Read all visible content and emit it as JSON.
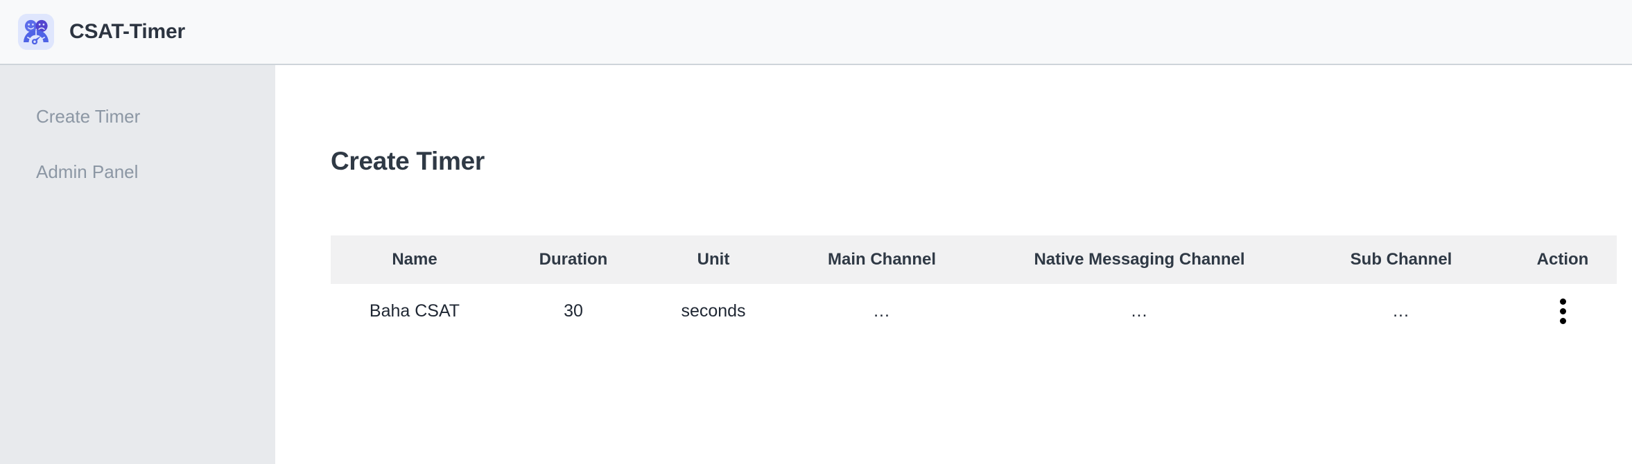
{
  "topbar": {
    "logo_icon": "csat-faces-gauge-icon",
    "logo_bg": "#dfe6fd",
    "face_happy_color": "#5c6cea",
    "face_sad_color": "#5344cf",
    "gauge_color": "#4f63e6",
    "title": "CSAT-Timer"
  },
  "sidebar": {
    "bg": "#e8eaed",
    "items": [
      {
        "label": "Create Timer",
        "name": "sidebar-item-create-timer"
      },
      {
        "label": "Admin Panel",
        "name": "sidebar-item-admin-panel"
      }
    ]
  },
  "main": {
    "page_title": "Create Timer",
    "table": {
      "header_bg": "#f1f1f2",
      "columns": [
        "Name",
        "Duration",
        "Unit",
        "Main Channel",
        "Native Messaging Channel",
        "Sub Channel",
        "Action"
      ],
      "rows": [
        {
          "name": "Baha CSAT",
          "duration": "30",
          "unit": "seconds",
          "main_channel": "...",
          "native_messaging_channel": "...",
          "sub_channel": "...",
          "action_icon": "kebab-menu-icon"
        }
      ]
    }
  }
}
